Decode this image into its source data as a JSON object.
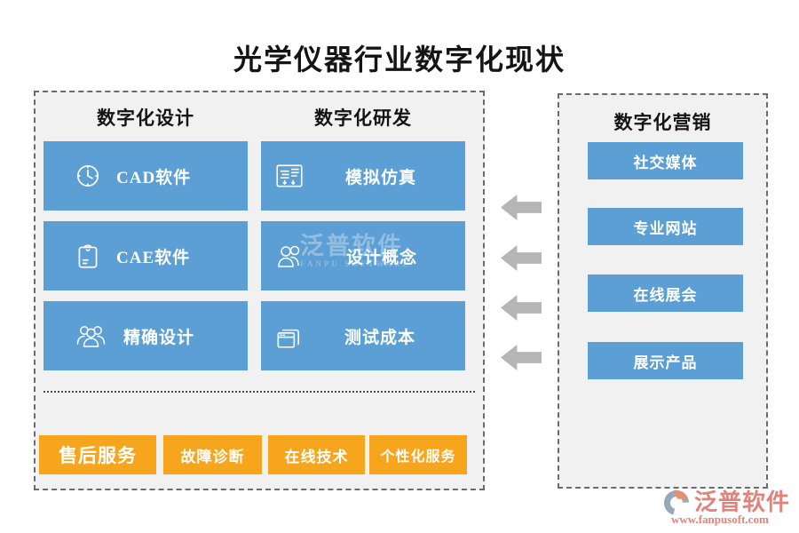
{
  "title": "光学仪器行业数字化现状",
  "left_panel": {
    "columns": [
      {
        "header": "数字化设计",
        "items": [
          {
            "label": "CAD软件",
            "icon": "clock-icon"
          },
          {
            "label": "CAE软件",
            "icon": "envelope-icon"
          },
          {
            "label": "精确设计",
            "icon": "users-group-icon"
          }
        ]
      },
      {
        "header": "数字化研发",
        "items": [
          {
            "label": "模拟仿真",
            "icon": "document-list-icon"
          },
          {
            "label": "设计概念",
            "icon": "two-users-icon"
          },
          {
            "label": "测试成本",
            "icon": "stacked-windows-icon"
          }
        ]
      }
    ],
    "service_buttons": [
      "售后服务",
      "故障诊断",
      "在线技术",
      "个性化服务"
    ]
  },
  "right_panel": {
    "header": "数字化营销",
    "items": [
      "社交媒体",
      "专业网站",
      "在线展会",
      "展示产品"
    ]
  },
  "arrows": {
    "count": 4,
    "direction": "left",
    "color": "#B5B5B5"
  },
  "watermark": {
    "line1": "泛普软件",
    "line2": "FANPU SOFTWARE"
  },
  "logo": {
    "name": "泛普软件",
    "url": "www.fanpusoft.com"
  },
  "colors": {
    "blue": "#5B9FD4",
    "orange": "#F6A51C",
    "panel_bg": "#F1F1F1",
    "border_dash": "#6b6b6b",
    "arrow": "#B5B5B5",
    "logo_text": "#E0837B",
    "button_text": "#FFFFFF"
  }
}
